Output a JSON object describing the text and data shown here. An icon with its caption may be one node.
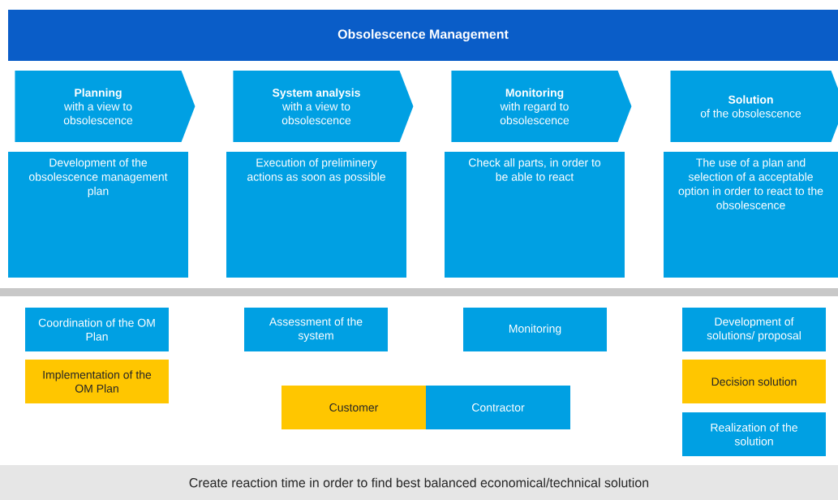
{
  "diagram": {
    "nodes": [
      {
        "text": [
          "Obsolescence Management"
        ]
      },
      {
        "text": [
          "Planning",
          "with a view to obsolescence"
        ]
      },
      {
        "text": [
          "System analysis",
          "with a view to obsolescence"
        ]
      },
      {
        "text": [
          "Monitoring",
          "with regard to obsolescence"
        ]
      },
      {
        "text": [
          "Solution",
          "of the obsolescence"
        ]
      },
      {
        "text": [
          "Development of the obsolescence management plan"
        ]
      },
      {
        "text": [
          "Execution of preliminery actions as soon as possible"
        ]
      },
      {
        "text": [
          "Check all parts, in order to be able to react"
        ]
      },
      {
        "text": [
          "The use of a plan and selection of a acceptable option in order to react to the obsolescence"
        ]
      },
      {
        "text": [
          "Coordination of the OM Plan"
        ]
      },
      {
        "text": [
          "Assessment of the system"
        ]
      },
      {
        "text": [
          "Monitoring"
        ]
      },
      {
        "text": [
          "Development of solutions/ proposal"
        ]
      },
      {
        "text": [
          "Implementation of the OM Plan"
        ]
      },
      {
        "text": [
          "Decision solution"
        ]
      },
      {
        "text": [
          "Customer"
        ]
      },
      {
        "text": [
          "Contractor"
        ]
      },
      {
        "text": [
          "Realization of the solution"
        ]
      },
      {
        "text": [
          "Create reaction time in order to find best balanced economical/technical solution"
        ]
      }
    ]
  }
}
